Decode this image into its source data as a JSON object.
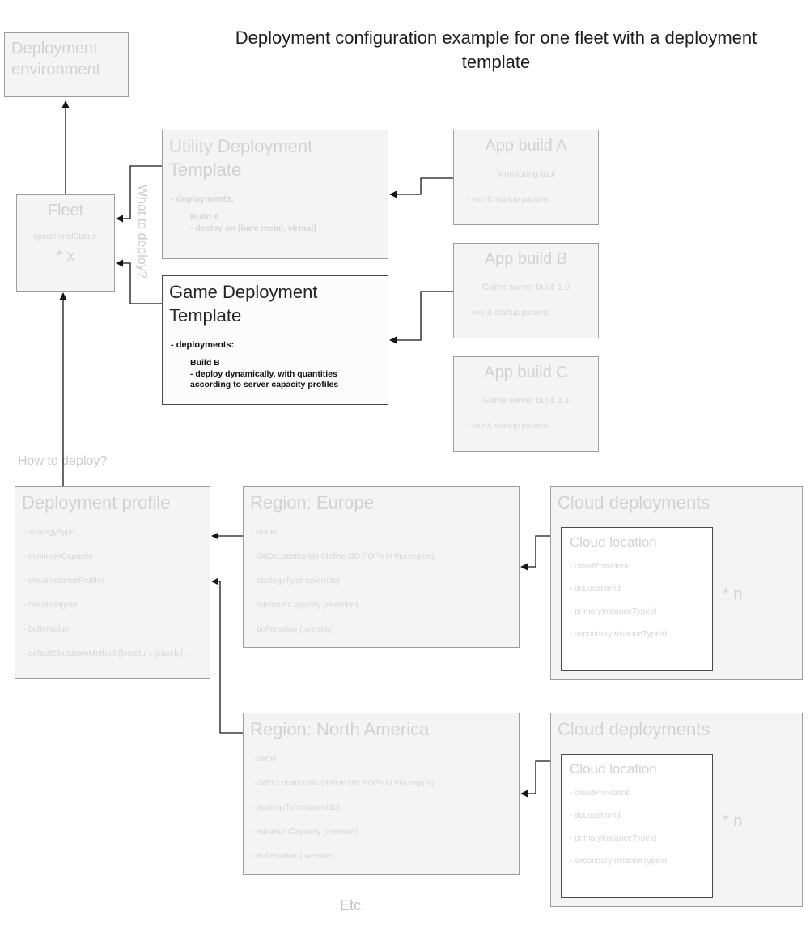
{
  "title": "Deployment configuration example for one fleet with a deployment template",
  "labels": {
    "what_to_deploy": "What to deploy?",
    "how_to_deploy": "How to deploy?",
    "etc": "Etc."
  },
  "nodes": {
    "deployment_environment": {
      "title": "Deployment environment"
    },
    "fleet": {
      "title": "Fleet",
      "fields": [
        "- operationalStatus"
      ],
      "multiplicity": "* x"
    },
    "utility_template": {
      "title": "Utility Deployment Template",
      "deployments_label": "- deployments:",
      "details": [
        "Build A",
        "- deploy on [bare metal, virtual]"
      ]
    },
    "game_template": {
      "title": "Game Deployment Template",
      "deployments_label": "- deployments:",
      "details": [
        "Build B",
        "- deploy dynamically, with quantities",
        "according to server capacity profiles"
      ]
    },
    "app_build_a": {
      "title": "App build A",
      "subtitle": "Monitoring tool",
      "fields": [
        "- exe & startup params"
      ]
    },
    "app_build_b": {
      "title": "App build B",
      "subtitle": "Game server build 1.0",
      "fields": [
        "- exe & startup params"
      ]
    },
    "app_build_c": {
      "title": "App build C",
      "subtitle": "Game server build 1.1",
      "fields": [
        "- exe & startup params"
      ]
    },
    "deployment_profile": {
      "title": "Deployment profile",
      "fields": [
        "- strategyType",
        "- minimumCapacity",
        "- cloudInstanceProfiles",
        "- cloudImageId",
        "- bufferValue",
        "- defaultShutdownMethod (forceful / graceful)"
      ]
    },
    "region_europe": {
      "title": "Region: Europe",
      "fields": [
        "- name",
        "- i3dDcLocationIds (define i3D POPs in this region)",
        "- strategyType (override)",
        "- minimumCapacity (override)",
        "- bufferValue (override)"
      ]
    },
    "region_north_america": {
      "title": "Region: North America",
      "fields": [
        "- name",
        "- i3dDcLocationIds (define i3D POPs in this region)",
        "- strategyType (override)",
        "- minimumCapacity (override)",
        "- bufferValue (override)"
      ]
    },
    "cloud_deployments": {
      "title": "Cloud deployments",
      "multiplicity": "* n",
      "location": {
        "title": "Cloud location",
        "fields": [
          "- cloudProviderId",
          "- dcLocationId",
          "- primaryInstanceTypeId",
          "- secondaryInstanceTypeId"
        ]
      }
    }
  },
  "colors": {
    "muted_text": "#d2d2d2",
    "active_text": "#101010",
    "box_fill": "#f4f4f4",
    "box_border": "#9d9d9d",
    "active_border": "#4b4b4b",
    "arrow": "#161616"
  }
}
